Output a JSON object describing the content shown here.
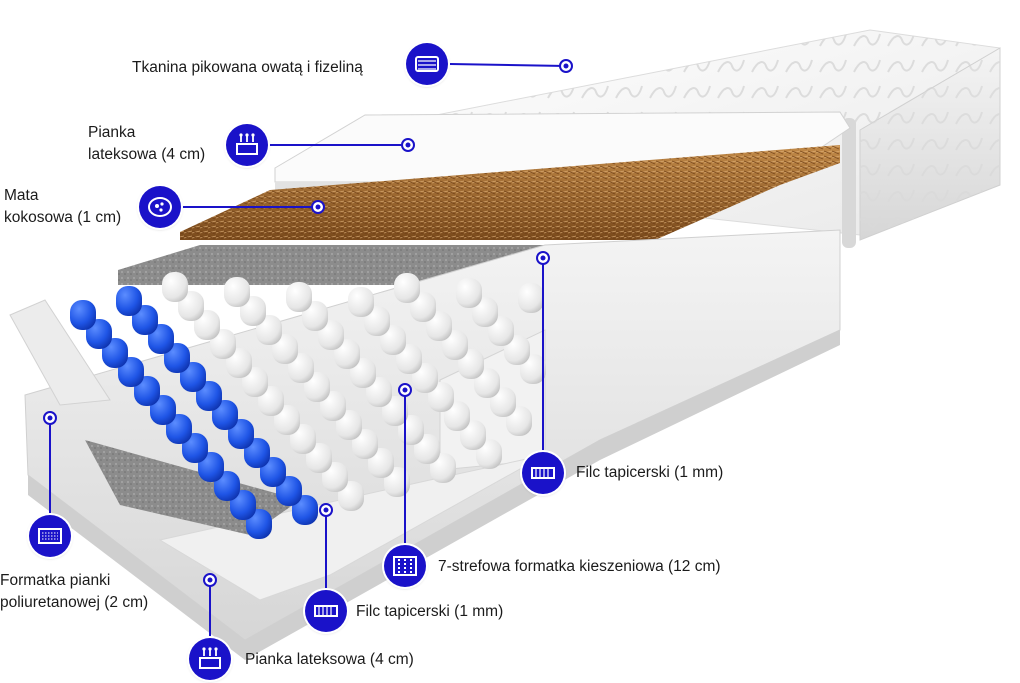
{
  "accent_color": "#1a12c9",
  "layers": [
    {
      "id": "cover",
      "label": "Tkanina pikowana owatą i fizeliną",
      "icon": "quilted-fabric-icon"
    },
    {
      "id": "latex-top",
      "label_lines": [
        "Pianka",
        "lateksowa (4 cm)"
      ],
      "icon": "latex-foam-icon"
    },
    {
      "id": "coconut",
      "label_lines": [
        "Mata",
        "kokosowa (1 cm)"
      ],
      "icon": "coconut-mat-icon"
    },
    {
      "id": "felt-top",
      "label": "Filc tapicerski (1 mm)",
      "icon": "felt-icon"
    },
    {
      "id": "pocket-springs",
      "label": "7-strefowa formatka kieszeniowa (12 cm)",
      "icon": "pocket-spring-icon"
    },
    {
      "id": "pu-foam",
      "label_lines": [
        "Formatka pianki",
        "poliuretanowej (2 cm)"
      ],
      "icon": "pu-foam-icon"
    },
    {
      "id": "felt-bottom",
      "label": "Filc tapicerski (1 mm)",
      "icon": "felt-icon"
    },
    {
      "id": "latex-bottom",
      "label": "Pianka lateksowa (4 cm)",
      "icon": "latex-foam-icon"
    }
  ]
}
